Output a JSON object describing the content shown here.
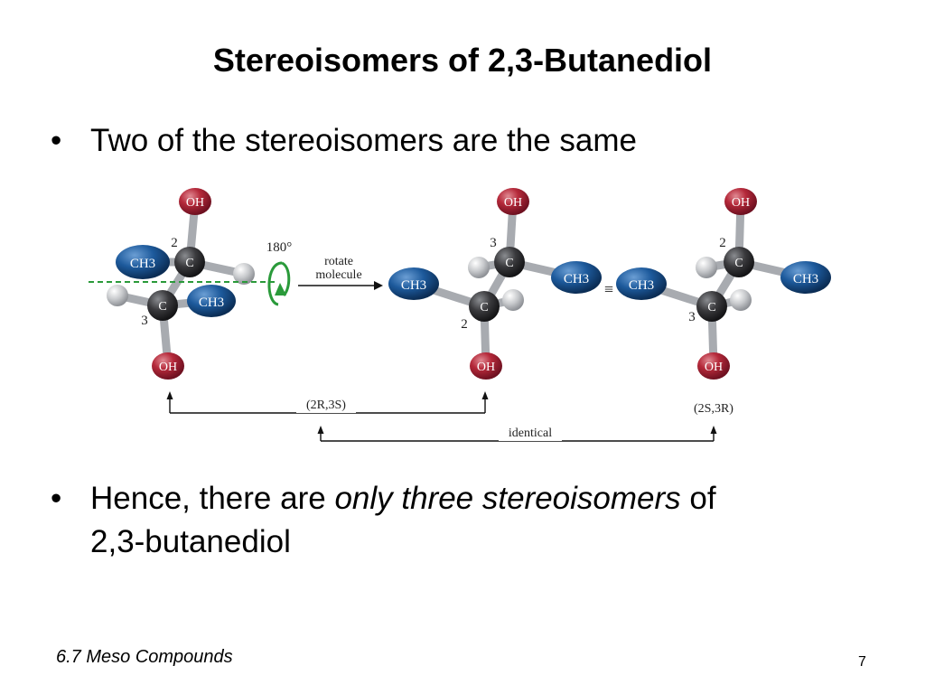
{
  "slide": {
    "title": "Stereoisomers of 2,3-Butanediol",
    "bullets": [
      {
        "marker": "•",
        "text": "Two of the stereoisomers are the same"
      },
      {
        "marker": "•",
        "text_before": "Hence, there are ",
        "text_emphasis": "only three stereoisomers",
        "text_after": " of",
        "text_line2": "2,3-butanediol"
      }
    ],
    "footer": "6.7  Meso Compounds",
    "page_number": "7"
  },
  "figure": {
    "atoms": {
      "oh": "OH",
      "c": "C",
      "ch3": "CH3"
    },
    "locants": {
      "two": "2",
      "three": "3"
    },
    "rotation_angle": "180°",
    "rotate_line1": "rotate",
    "rotate_line2": "molecule",
    "equivalence_symbol": "≡",
    "bracket_1_label": "(2R,3S)",
    "bracket_2_label": "identical",
    "configuration_2": "(2S,3R)"
  },
  "colors": {
    "oxygen": "#b5293a",
    "carbon": "#3a3a3d",
    "methyl": "#1d5a9c",
    "hydrogen": "#c7c9cc",
    "bond": "#a8abb0",
    "rotation_axis": "#2a9a3a"
  }
}
